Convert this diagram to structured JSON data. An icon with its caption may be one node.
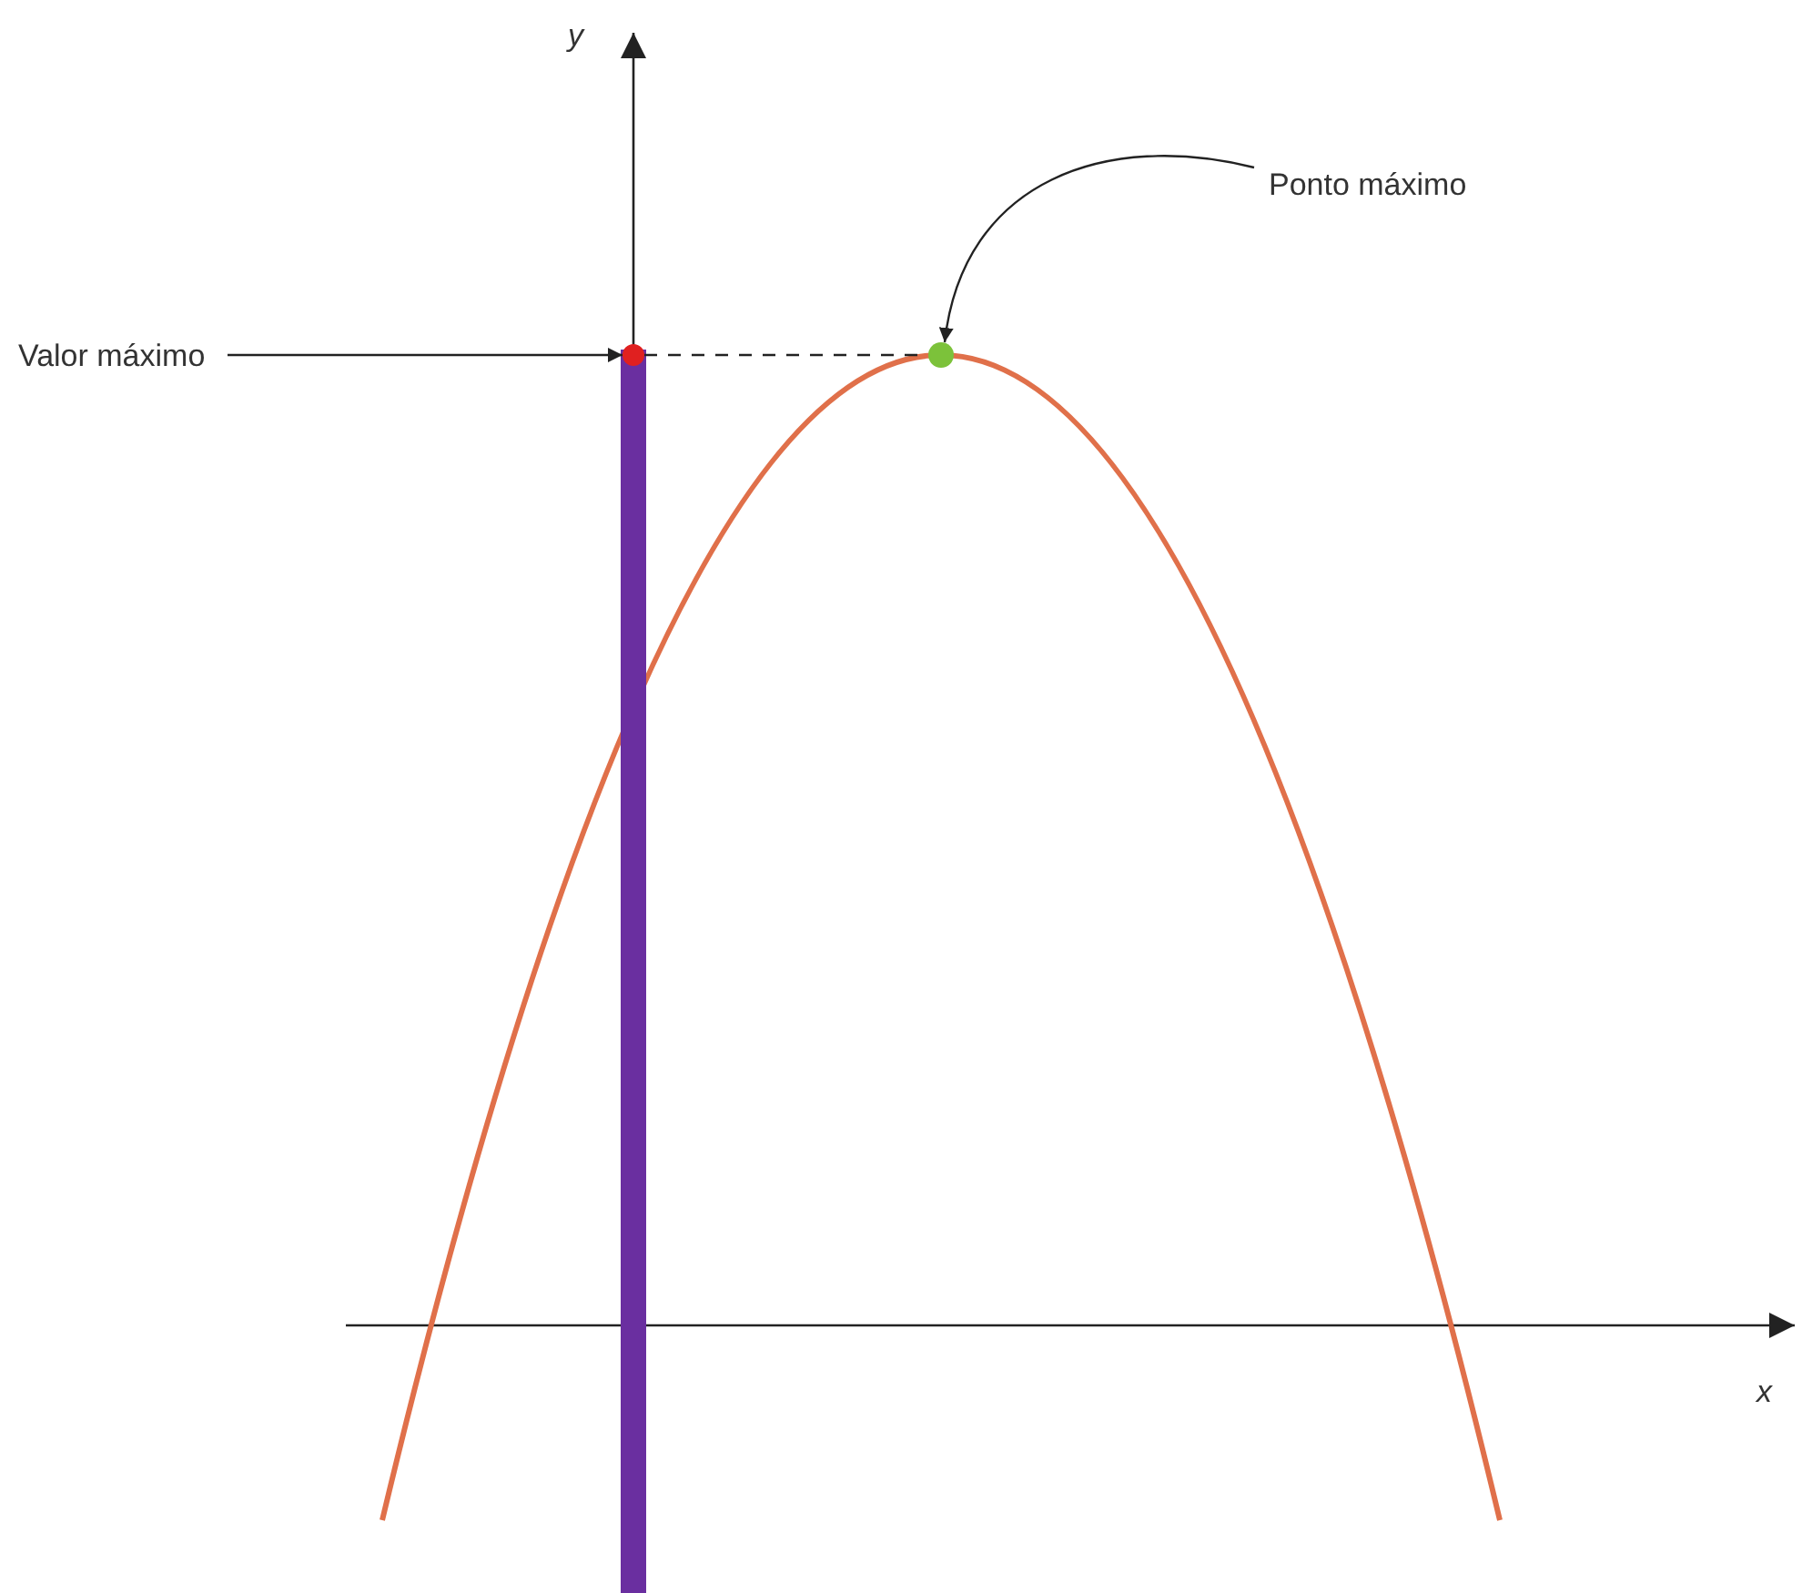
{
  "diagram": {
    "nodes": [
      {
        "text": [
          "Valor máximo"
        ]
      },
      {
        "text": [],
        "shape": "circle"
      },
      {
        "text": [
          "Ponto máximo"
        ]
      },
      {
        "text": [],
        "shape": "circle"
      }
    ],
    "edges": [
      {
        "from": 0,
        "to": 1,
        "arrow": "to"
      },
      {
        "from": 2,
        "to": 3,
        "arrow": "to"
      },
      {
        "from": 1,
        "to": 3,
        "arrow": "none",
        "style": "dashed"
      }
    ],
    "labels": [
      "y",
      "x"
    ]
  }
}
